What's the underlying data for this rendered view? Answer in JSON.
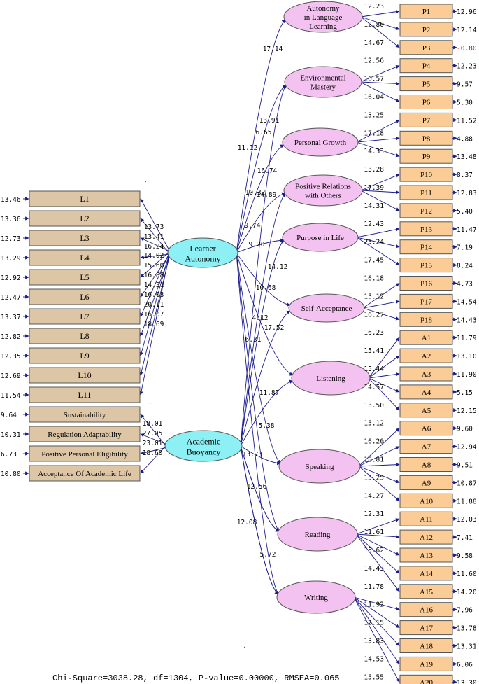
{
  "colors": {
    "indicator_fill": "#dcc6a6",
    "observed_fill": "#fbcc96",
    "main_factor_fill": "#8cf0f4",
    "sub_factor_fill": "#f4c2f0",
    "path_color": "#1a1a8c",
    "negative_value_color": "#ff0000"
  },
  "main_factors": [
    {
      "id": "LA",
      "label_lines": [
        "Learner",
        "Autonomy"
      ]
    },
    {
      "id": "AB",
      "label_lines": [
        "Academic",
        "Buoyancy"
      ]
    }
  ],
  "left_indicators": [
    {
      "label": "L1",
      "error": "13.46",
      "t": "13.73",
      "factor": "LA"
    },
    {
      "label": "L2",
      "error": "13.36",
      "t": "13.41",
      "factor": "LA"
    },
    {
      "label": "L3",
      "error": "12.73",
      "t": "16.24",
      "factor": "LA"
    },
    {
      "label": "L4",
      "error": "13.29",
      "t": "14.02",
      "factor": "LA"
    },
    {
      "label": "L5",
      "error": "12.92",
      "t": "15.60",
      "factor": "LA"
    },
    {
      "label": "L6",
      "error": "12.47",
      "t": "16.88",
      "factor": "LA"
    },
    {
      "label": "L7",
      "error": "13.37",
      "t": "14.31",
      "factor": "LA"
    },
    {
      "label": "L8",
      "error": "12.82",
      "t": "16.03",
      "factor": "LA"
    },
    {
      "label": "L9",
      "error": "12.35",
      "t": "20.11",
      "factor": "LA"
    },
    {
      "label": "L10",
      "error": "12.69",
      "t": "16.07",
      "factor": "LA"
    },
    {
      "label": "L11",
      "error": "11.54",
      "t": "18.69",
      "factor": "LA"
    },
    {
      "label": "Sustainability",
      "error": "9.64",
      "t": "18.01",
      "factor": "AB"
    },
    {
      "label": "Regulation Adaptability",
      "error": "10.31",
      "t": "27.05",
      "factor": "AB"
    },
    {
      "label": "Positive Personal Eligibility",
      "error": "6.73",
      "t": "23.01",
      "factor": "AB"
    },
    {
      "label": "Acceptance Of Academic Life",
      "error": "10.80",
      "t": "18.60",
      "factor": "AB"
    }
  ],
  "sub_factors": [
    {
      "id": "S1",
      "label_lines": [
        "Autonomy",
        "in Language",
        "Learning"
      ]
    },
    {
      "id": "S2",
      "label_lines": [
        "Environmental",
        "Mastery"
      ]
    },
    {
      "id": "S3",
      "label_lines": [
        "Personal Growth"
      ]
    },
    {
      "id": "S4",
      "label_lines": [
        "Positive Relations",
        "with Others"
      ]
    },
    {
      "id": "S5",
      "label_lines": [
        "Purpose in Life"
      ]
    },
    {
      "id": "S6",
      "label_lines": [
        "Self-Acceptance"
      ]
    },
    {
      "id": "S7",
      "label_lines": [
        "Listening"
      ]
    },
    {
      "id": "S8",
      "label_lines": [
        "Speaking"
      ]
    },
    {
      "id": "S9",
      "label_lines": [
        "Reading"
      ]
    },
    {
      "id": "S10",
      "label_lines": [
        "Writing"
      ]
    }
  ],
  "structural_paths": [
    {
      "from": "LA",
      "to": "S1",
      "t": "17.14"
    },
    {
      "from": "LA",
      "to": "S2",
      "t": "13.91"
    },
    {
      "from": "AB",
      "to": "S2",
      "t": "6.65"
    },
    {
      "from": "LA",
      "to": "S3",
      "t": "11.12"
    },
    {
      "from": "LA",
      "to": "S4",
      "t": "16.74"
    },
    {
      "from": "AB",
      "to": "S4",
      "t": "10.32"
    },
    {
      "from": "LA",
      "to": "S5",
      "t": "14.89"
    },
    {
      "from": "AB",
      "to": "S5",
      "t": "9.74"
    },
    {
      "from": "AB",
      "to": "S6",
      "t": "9.20"
    },
    {
      "from": "LA",
      "to": "S6",
      "t": "14.12"
    },
    {
      "from": "AB",
      "to": "S7",
      "t": "10.68"
    },
    {
      "from": "LA",
      "to": "S7",
      "t": "4.12"
    },
    {
      "from": "AB",
      "to": "S8",
      "t": "17.52"
    },
    {
      "from": "LA",
      "to": "S8",
      "t": "6.31"
    },
    {
      "from": "AB",
      "to": "S9",
      "t": "11.87"
    },
    {
      "from": "LA",
      "to": "S9",
      "t": "5.38"
    },
    {
      "from": "AB",
      "to": "S10",
      "t": "13.73"
    },
    {
      "from": "LA",
      "to": "S10",
      "t": "12.56"
    },
    {
      "from": "AB",
      "to": "S9b",
      "t": "12.08"
    },
    {
      "from": "AB",
      "to": "S10b",
      "t": "5.72"
    }
  ],
  "observed_variables": [
    {
      "label": "P1",
      "t": "12.23",
      "error": "12.96",
      "factor": "S1"
    },
    {
      "label": "P2",
      "t": "12.80",
      "error": "12.14",
      "factor": "S1"
    },
    {
      "label": "P3",
      "t": "14.67",
      "error": "-0.80",
      "factor": "S1",
      "negative": true
    },
    {
      "label": "P4",
      "t": "12.56",
      "error": "12.23",
      "factor": "S2"
    },
    {
      "label": "P5",
      "t": "16.57",
      "error": "9.57",
      "factor": "S2"
    },
    {
      "label": "P6",
      "t": "16.04",
      "error": "5.30",
      "factor": "S2"
    },
    {
      "label": "P7",
      "t": "13.25",
      "error": "11.52",
      "factor": "S3"
    },
    {
      "label": "P8",
      "t": "17.18",
      "error": "4.88",
      "factor": "S3"
    },
    {
      "label": "P9",
      "t": "14.33",
      "error": "13.48",
      "factor": "S3"
    },
    {
      "label": "P10",
      "t": "13.28",
      "error": "8.37",
      "factor": "S4"
    },
    {
      "label": "P11",
      "t": "17.39",
      "error": "12.83",
      "factor": "S4"
    },
    {
      "label": "P12",
      "t": "14.31",
      "error": "5.40",
      "factor": "S4"
    },
    {
      "label": "P13",
      "t": "12.43",
      "error": "11.47",
      "factor": "S5"
    },
    {
      "label": "P14",
      "t": "25.24",
      "error": "7.19",
      "factor": "S5"
    },
    {
      "label": "P15",
      "t": "17.45",
      "error": "8.24",
      "factor": "S5"
    },
    {
      "label": "P16",
      "t": "16.18",
      "error": "4.73",
      "factor": "S6"
    },
    {
      "label": "P17",
      "t": "15.12",
      "error": "14.54",
      "factor": "S6"
    },
    {
      "label": "P18",
      "t": "16.27",
      "error": "14.43",
      "factor": "S6"
    },
    {
      "label": "A1",
      "t": "16.23",
      "error": "11.79",
      "factor": "S7"
    },
    {
      "label": "A2",
      "t": "15.41",
      "error": "13.10",
      "factor": "S7"
    },
    {
      "label": "A3",
      "t": "15.44",
      "error": "11.90",
      "factor": "S7"
    },
    {
      "label": "A4",
      "t": "14.57",
      "error": "5.15",
      "factor": "S7"
    },
    {
      "label": "A5",
      "t": "13.50",
      "error": "12.15",
      "factor": "S7"
    },
    {
      "label": "A6",
      "t": "15.12",
      "error": "9.60",
      "factor": "S8"
    },
    {
      "label": "A7",
      "t": "16.20",
      "error": "12.94",
      "factor": "S8"
    },
    {
      "label": "A8",
      "t": "18.81",
      "error": "9.51",
      "factor": "S8"
    },
    {
      "label": "A9",
      "t": "15.25",
      "error": "10.87",
      "factor": "S8"
    },
    {
      "label": "A10",
      "t": "14.27",
      "error": "11.88",
      "factor": "S8"
    },
    {
      "label": "A11",
      "t": "12.31",
      "error": "12.03",
      "factor": "S9"
    },
    {
      "label": "A12",
      "t": "11.61",
      "error": "7.41",
      "factor": "S9"
    },
    {
      "label": "A13",
      "t": "15.62",
      "error": "9.58",
      "factor": "S9"
    },
    {
      "label": "A14",
      "t": "14.43",
      "error": "11.60",
      "factor": "S9"
    },
    {
      "label": "A15",
      "t": "11.78",
      "error": "14.20",
      "factor": "S9"
    },
    {
      "label": "A16",
      "t": "11.92",
      "error": "7.96",
      "factor": "S10"
    },
    {
      "label": "A17",
      "t": "12.15",
      "error": "13.78",
      "factor": "S10"
    },
    {
      "label": "A18",
      "t": "13.83",
      "error": "13.31",
      "factor": "S10"
    },
    {
      "label": "A19",
      "t": "14.53",
      "error": "6.06",
      "factor": "S10"
    },
    {
      "label": "A20",
      "t": "15.55",
      "error": "13.30",
      "factor": "S10"
    }
  ],
  "fit_statistics": "Chi-Square=3038.28, df=1304, P-value=0.00000, RMSEA=0.065"
}
